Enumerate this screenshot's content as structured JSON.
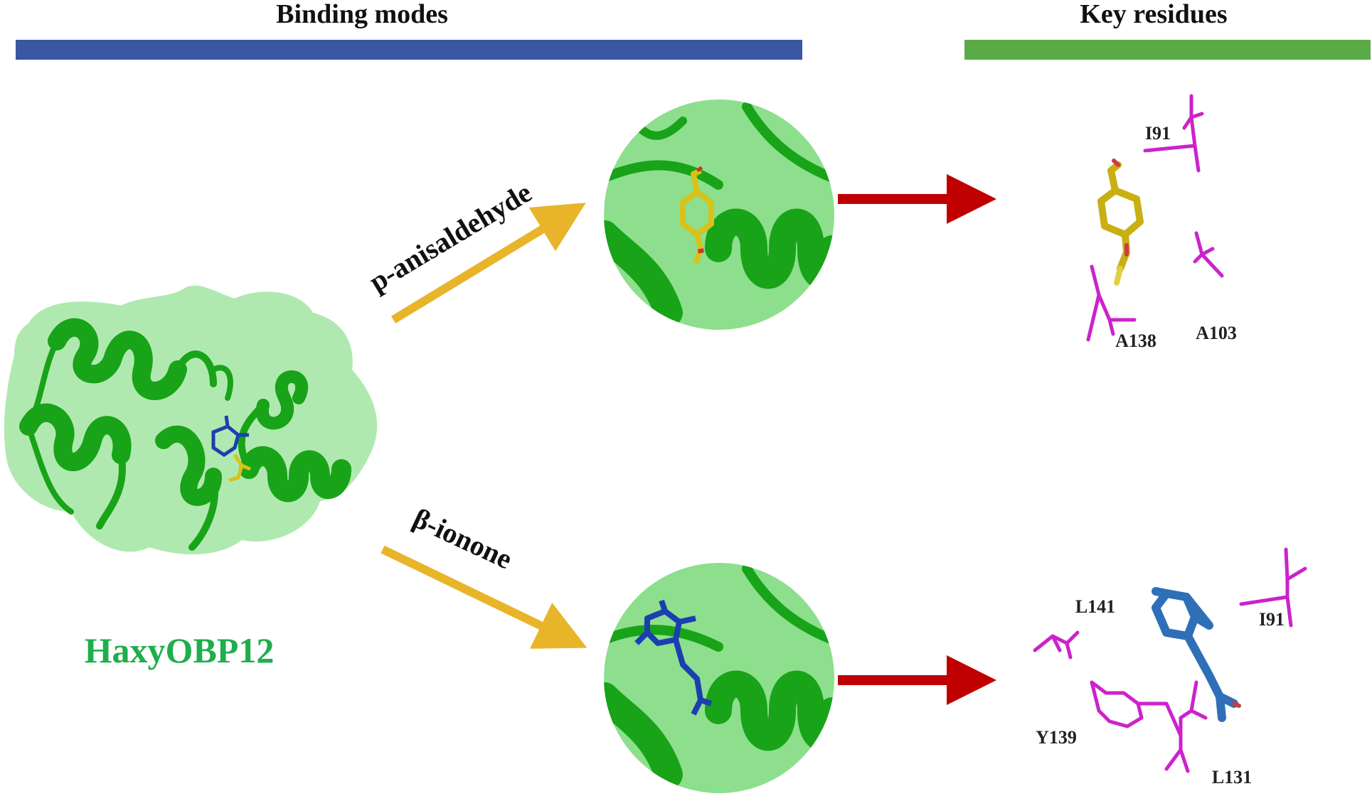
{
  "headers": {
    "binding_modes": "Binding modes",
    "key_residues": "Key residues",
    "binding_bar_color": "#3b56a3",
    "residue_bar_color": "#5aab46"
  },
  "protein": {
    "name": "HaxyOBP12",
    "name_color": "#1fae4b",
    "cartoon_color": "#18a318",
    "surface_color": "#8fe08f"
  },
  "ligands": [
    {
      "id": "anisaldehyde",
      "name": "p-anisaldehyde",
      "color": "#d8c21a"
    },
    {
      "id": "ionone",
      "name": "β-ionone",
      "color": "#1c3fb0"
    }
  ],
  "arrows": {
    "branch_color": "#e8b52a",
    "result_color": "#c00000"
  },
  "residues": {
    "anisaldehyde": [
      "I91",
      "A138",
      "A103"
    ],
    "ionone": [
      "L141",
      "I91",
      "Y139",
      "L131"
    ]
  },
  "residue_color": "#cc22cc"
}
